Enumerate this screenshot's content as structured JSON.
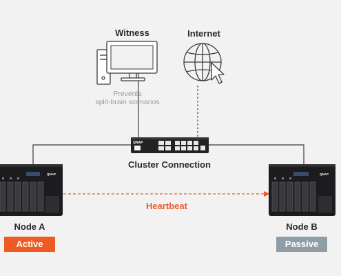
{
  "witness": {
    "label": "Witness",
    "note_line1": "Prevents",
    "note_line2": "split-brain scenarios",
    "icon": "desktop-computer-icon"
  },
  "internet": {
    "label": "Internet",
    "icon": "globe-cursor-icon"
  },
  "switch": {
    "brand": "QNAP",
    "label": "Cluster Connection"
  },
  "node_a": {
    "brand": "QNAP",
    "label": "Node A",
    "status": "Active"
  },
  "node_b": {
    "brand": "QNAP",
    "label": "Node B",
    "status": "Passive"
  },
  "heartbeat": {
    "label": "Heartbeat"
  },
  "colors": {
    "background": "#f2f2f3",
    "line": "#3a3a3a",
    "heartbeat": "#ec5a2a",
    "active": "#ee5a22",
    "passive": "#8f9ea6",
    "device_body": "#1c1c1e"
  }
}
